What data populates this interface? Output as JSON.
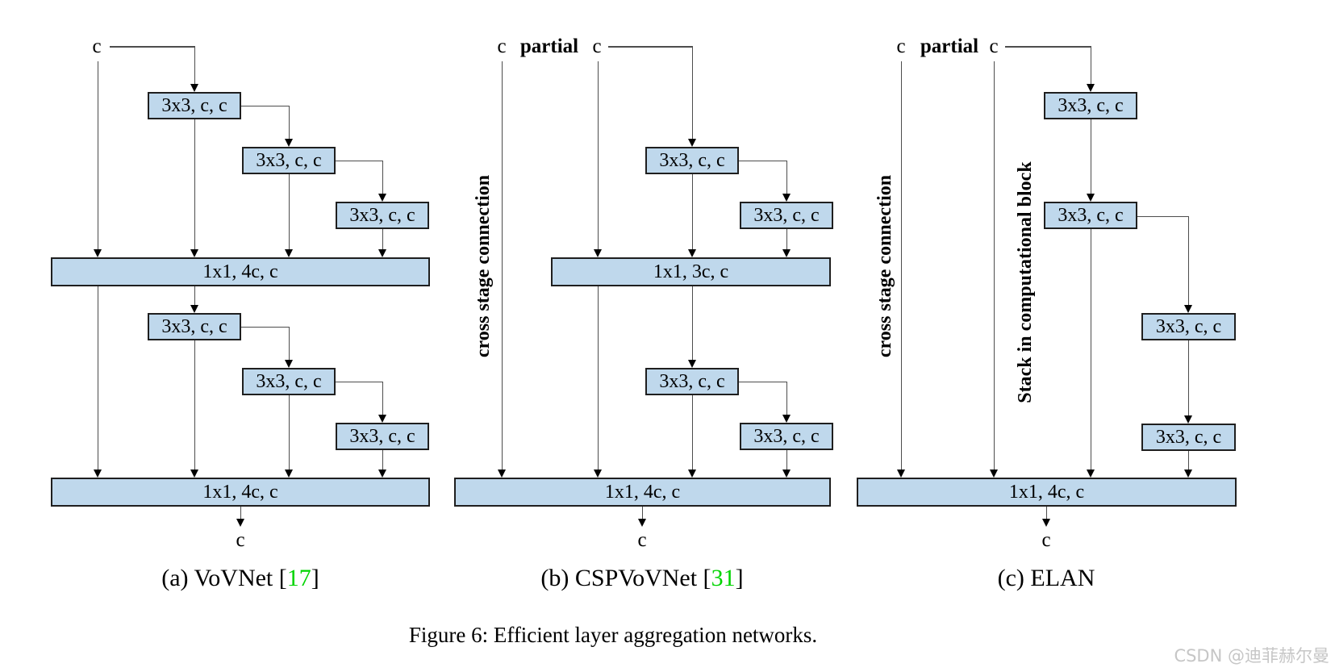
{
  "panels": {
    "a": {
      "input_label": "c",
      "boxes": [
        "3x3, c, c",
        "3x3, c, c",
        "3x3, c, c",
        "1x1, 4c, c",
        "3x3, c, c",
        "3x3, c, c",
        "3x3, c, c",
        "1x1, 4c, c"
      ],
      "output_label": "c",
      "caption_prefix": "(a) VoVNet [",
      "caption_citation": "17",
      "caption_suffix": "]"
    },
    "b": {
      "label_c_left": "c",
      "label_partial": "partial",
      "label_c_right": "c",
      "side_label": "cross stage connection",
      "boxes": [
        "3x3, c, c",
        "3x3, c, c",
        "1x1, 3c, c",
        "3x3, c, c",
        "3x3, c, c",
        "1x1, 4c, c"
      ],
      "output_label": "c",
      "caption_prefix": "(b) CSPVoVNet [",
      "caption_citation": "31",
      "caption_suffix": "]"
    },
    "c": {
      "label_c_left": "c",
      "label_partial": "partial",
      "label_c_right": "c",
      "side_label_left": "cross stage connection",
      "side_label_right": "Stack in computational block",
      "boxes": [
        "3x3, c, c",
        "3x3, c, c",
        "3x3, c, c",
        "3x3, c, c",
        "1x1, 4c, c"
      ],
      "output_label": "c",
      "caption_prefix": "(c) ELAN",
      "caption_citation": "",
      "caption_suffix": ""
    }
  },
  "figure_caption": "Figure 6: Efficient layer aggregation networks.",
  "watermark": "CSDN @迪菲赫尔曼",
  "colors": {
    "box_fill": "#bfd8ec",
    "box_border": "#1f1f1f",
    "line": "#4d4d4d",
    "citation_green": "#00d400",
    "watermark_gray": "#c6c6c6"
  }
}
